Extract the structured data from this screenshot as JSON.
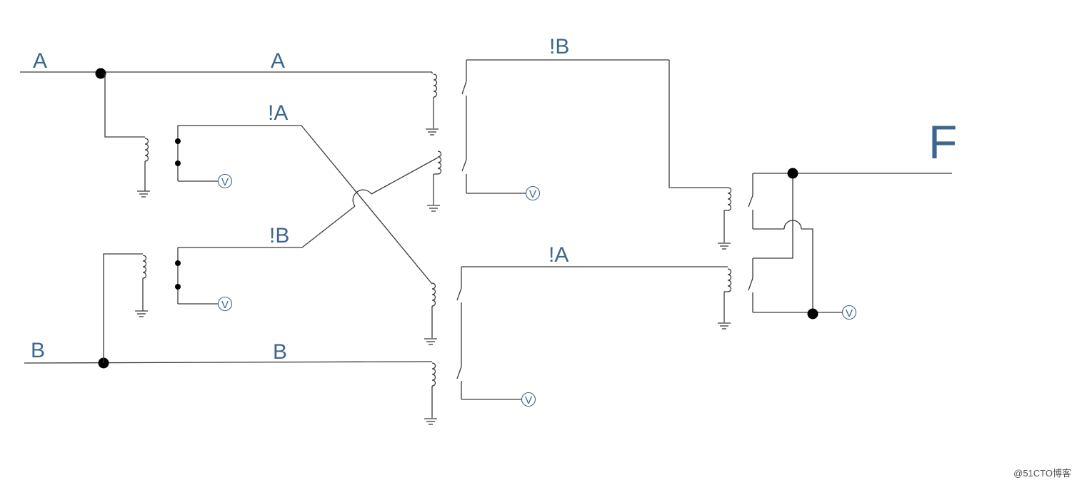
{
  "labels": {
    "input_a": "A",
    "wire_a": "A",
    "wire_not_a_top": "!A",
    "wire_not_b_mid": "!B",
    "input_b": "B",
    "wire_b": "B",
    "wire_not_b_top": "!B",
    "wire_not_a_bottom": "!A",
    "output_f": "F"
  },
  "meter_symbol": "V",
  "watermark": "@51CTO博客",
  "colors": {
    "label": "#3d6690",
    "wire": "#3a3a3a",
    "node": "#000000"
  }
}
